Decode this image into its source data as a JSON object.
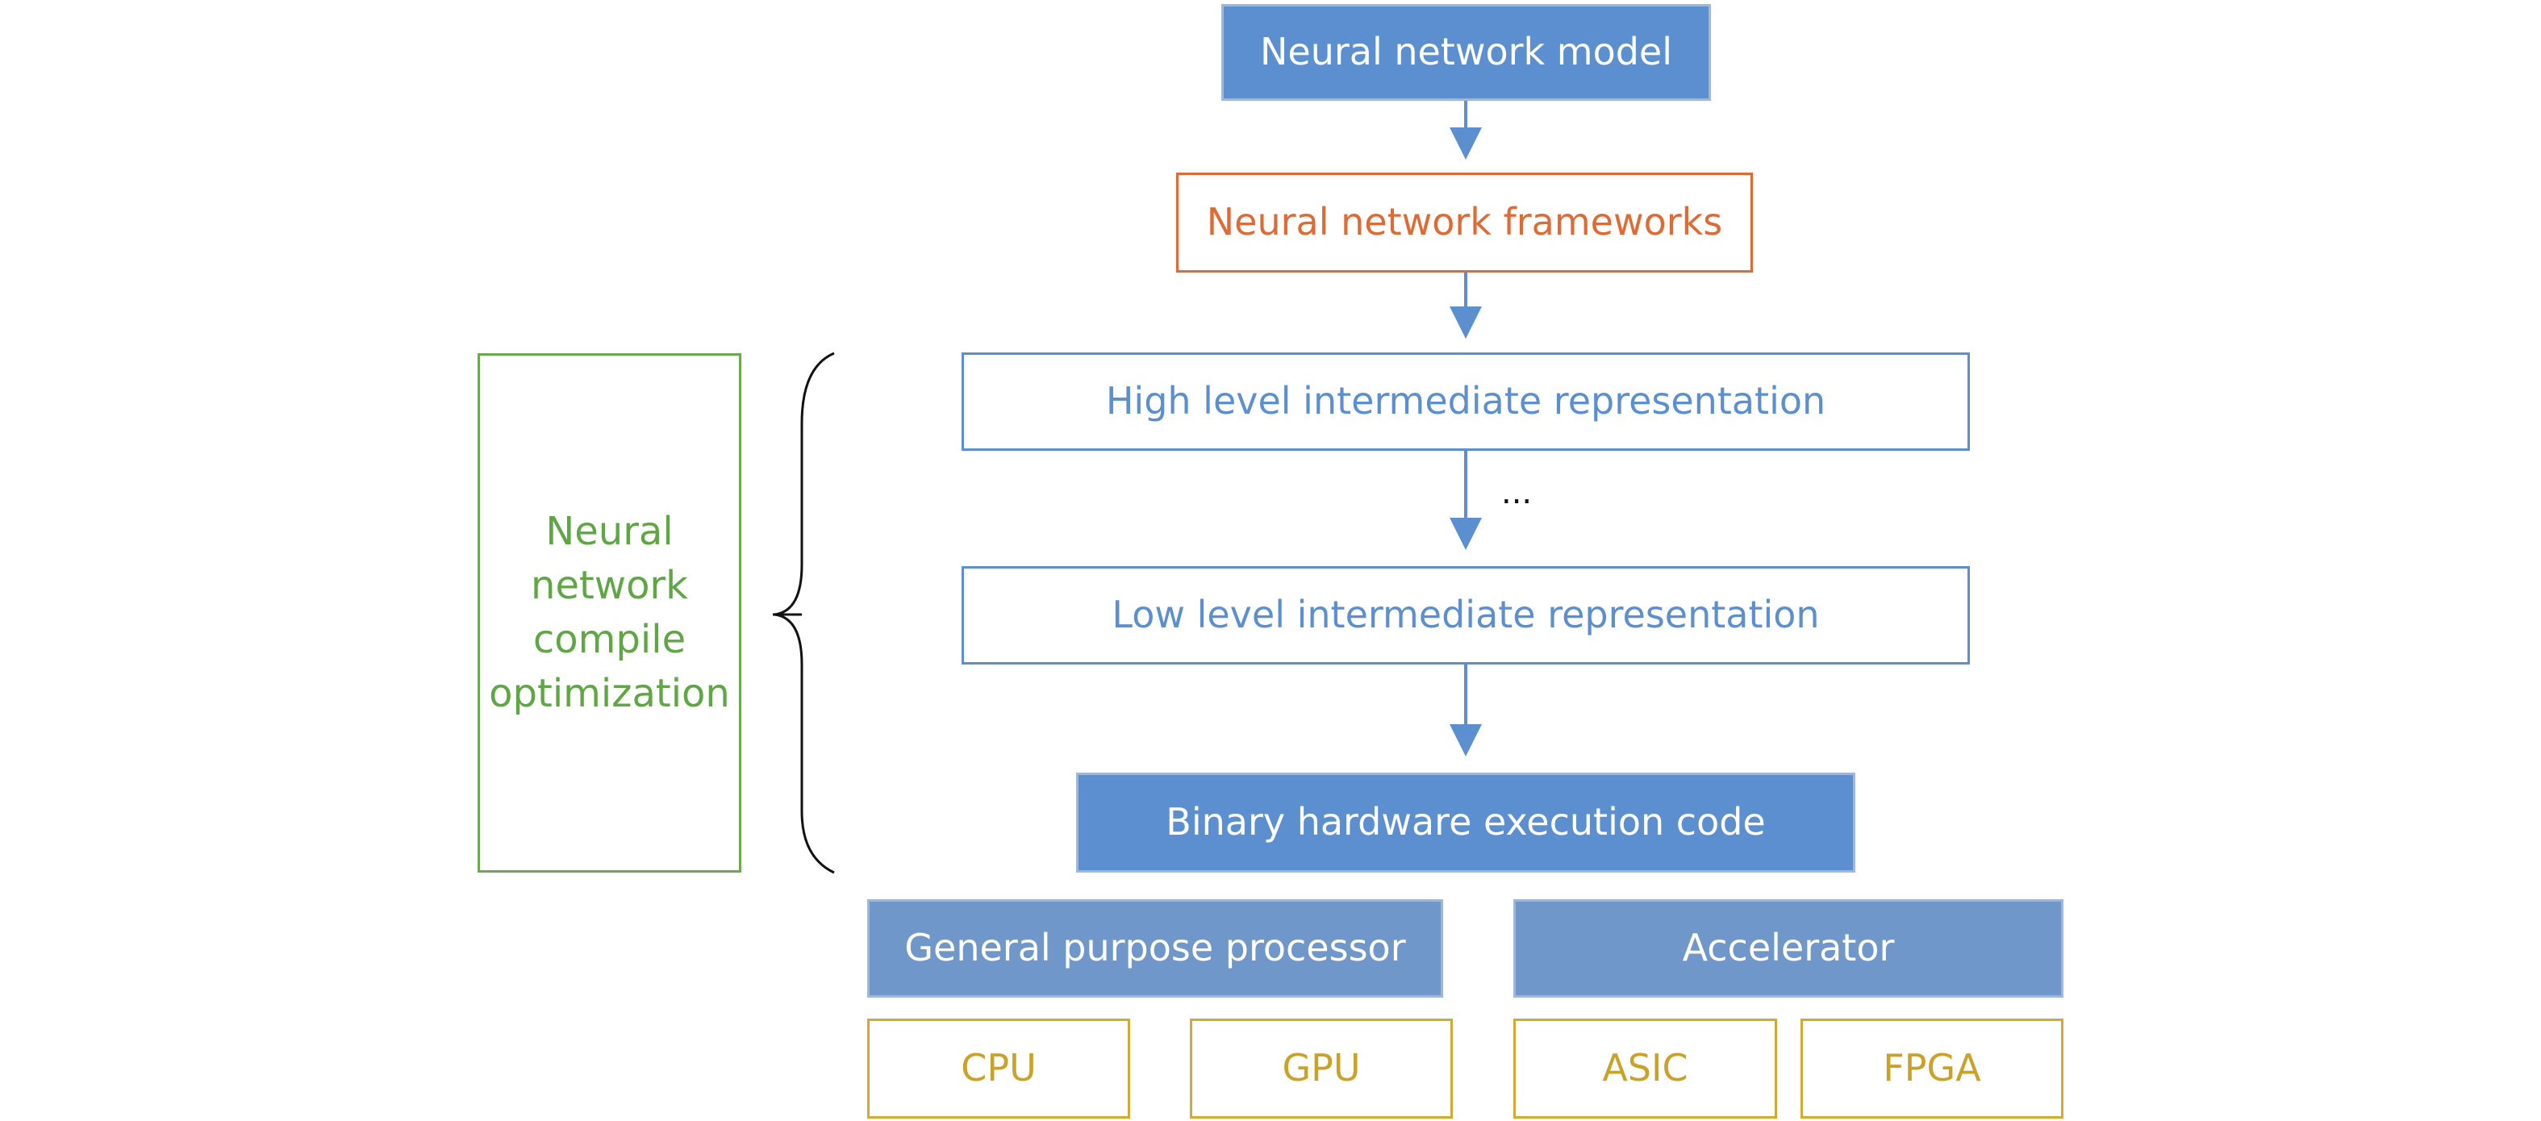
{
  "diagram": {
    "model": "Neural network model",
    "frameworks": "Neural network frameworks",
    "high_ir": "High level intermediate representation",
    "ellipsis": "...",
    "low_ir": "Low level intermediate representation",
    "binary": "Binary hardware execution code",
    "general_processor": "General purpose processor",
    "accelerator": "Accelerator",
    "cpu": "CPU",
    "gpu": "GPU",
    "asic": "ASIC",
    "fpga": "FPGA",
    "compile_optimization": "Neural network compile optimization"
  },
  "colors": {
    "filled_blue": "#5b8fcf",
    "outline_blue": "#5b8fcf",
    "orange": "#e06a33",
    "gold": "#d4a831",
    "green": "#6aaa4f",
    "arrow": "#5b8fcf",
    "brace": "#111111"
  }
}
